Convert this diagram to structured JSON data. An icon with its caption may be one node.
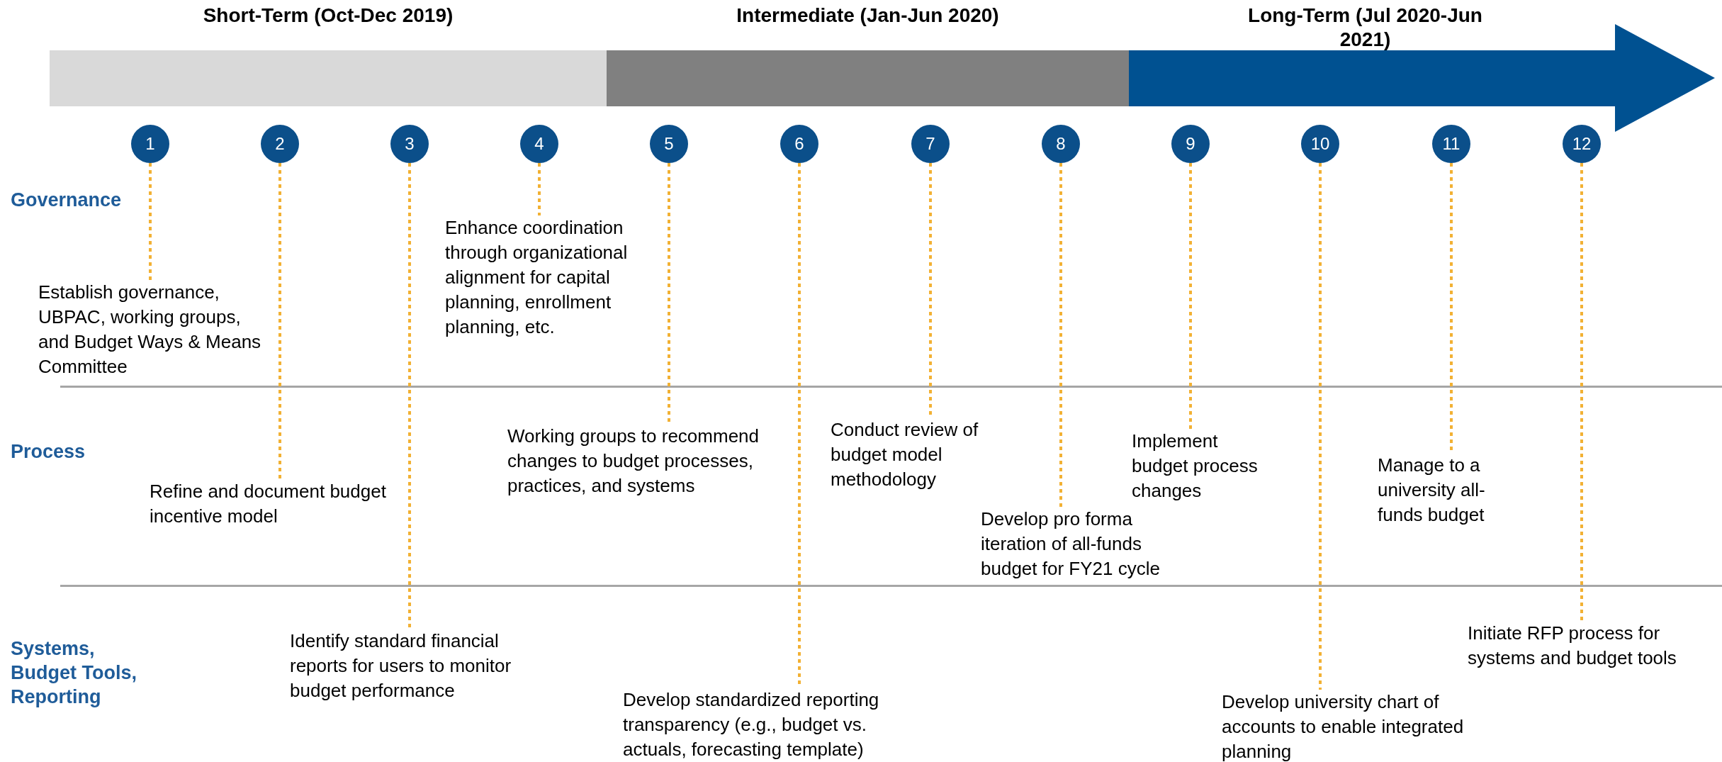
{
  "diagram": {
    "nodes": [
      {
        "text": [
          "Short-Term (Oct-Dec 2019)"
        ]
      },
      {
        "text": [
          "Intermediate (Jan-Jun 2020)"
        ]
      },
      {
        "text": [
          "Long-Term (Jul 2020-Jun 2021)"
        ]
      },
      {
        "text": [
          "1"
        ]
      },
      {
        "text": [
          "2"
        ]
      },
      {
        "text": [
          "3"
        ]
      },
      {
        "text": [
          "4"
        ]
      },
      {
        "text": [
          "5"
        ]
      },
      {
        "text": [
          "6"
        ]
      },
      {
        "text": [
          "7"
        ]
      },
      {
        "text": [
          "8"
        ]
      },
      {
        "text": [
          "9"
        ]
      },
      {
        "text": [
          "10"
        ]
      },
      {
        "text": [
          "11"
        ]
      },
      {
        "text": [
          "12"
        ]
      },
      {
        "text": [
          "Establish governance, UBPAC, working groups, and Budget Ways & Means Committee"
        ]
      },
      {
        "text": [
          "Refine and document budget incentive model"
        ]
      },
      {
        "text": [
          "Identify standard financial reports for users to monitor budget performance"
        ]
      },
      {
        "text": [
          "Enhance coordination through organizational alignment for capital planning, enrollment planning, etc."
        ]
      },
      {
        "text": [
          "Working groups to recommend changes to budget processes, practices, and systems"
        ]
      },
      {
        "text": [
          "Develop standardized reporting transparency (e.g., budget vs. actuals,  forecasting template)"
        ]
      },
      {
        "text": [
          "Conduct review of budget model methodology"
        ]
      },
      {
        "text": [
          "Develop pro forma iteration of all-funds budget for FY21 cycle"
        ]
      },
      {
        "text": [
          "Implement budget process changes"
        ]
      },
      {
        "text": [
          "Develop university chart of accounts to enable integrated planning"
        ]
      },
      {
        "text": [
          "Manage to a university all-funds budget"
        ]
      },
      {
        "text": [
          "Initiate RFP process for systems and budget tools"
        ]
      }
    ],
    "edges": [
      {
        "from": 3,
        "to": 15,
        "arrow": "none",
        "style": "dashed"
      },
      {
        "from": 4,
        "to": 16,
        "arrow": "none",
        "style": "dashed"
      },
      {
        "from": 5,
        "to": 17,
        "arrow": "none",
        "style": "dashed"
      },
      {
        "from": 6,
        "to": 18,
        "arrow": "none",
        "style": "dashed"
      },
      {
        "from": 7,
        "to": 19,
        "arrow": "none",
        "style": "dashed"
      },
      {
        "from": 8,
        "to": 20,
        "arrow": "none",
        "style": "dashed"
      },
      {
        "from": 9,
        "to": 21,
        "arrow": "none",
        "style": "dashed"
      },
      {
        "from": 10,
        "to": 22,
        "arrow": "none",
        "style": "dashed"
      },
      {
        "from": 11,
        "to": 23,
        "arrow": "none",
        "style": "dashed"
      },
      {
        "from": 12,
        "to": 24,
        "arrow": "none",
        "style": "dashed"
      },
      {
        "from": 13,
        "to": 25,
        "arrow": "none",
        "style": "dashed"
      },
      {
        "from": 14,
        "to": 26,
        "arrow": "none",
        "style": "dashed"
      }
    ],
    "labels": [
      "Governance",
      "Process",
      "Systems, Budget Tools, Reporting"
    ]
  }
}
